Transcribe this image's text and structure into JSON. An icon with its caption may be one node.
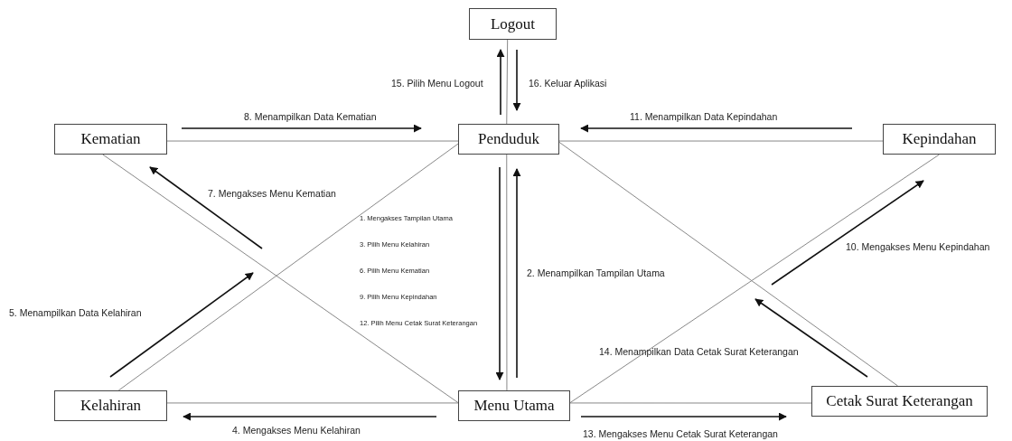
{
  "diagram": {
    "nodes": [
      {
        "text": [
          "Logout"
        ]
      },
      {
        "text": [
          "Kematian"
        ]
      },
      {
        "text": [
          "Penduduk"
        ]
      },
      {
        "text": [
          "Kepindahan"
        ]
      },
      {
        "text": [
          "Kelahiran"
        ]
      },
      {
        "text": [
          "Menu Utama"
        ]
      },
      {
        "text": [
          "Cetak Surat Keterangan"
        ]
      }
    ],
    "edges": [
      {
        "from": 0,
        "to": 2,
        "arrow": "none"
      },
      {
        "from": 1,
        "to": 2,
        "arrow": "none"
      },
      {
        "from": 2,
        "to": 3,
        "arrow": "none"
      },
      {
        "from": 1,
        "to": 5,
        "arrow": "none"
      },
      {
        "from": 2,
        "to": 4,
        "arrow": "none"
      },
      {
        "from": 2,
        "to": 5,
        "arrow": "none"
      },
      {
        "from": 2,
        "to": 6,
        "arrow": "none"
      },
      {
        "from": 3,
        "to": 5,
        "arrow": "none"
      },
      {
        "from": 4,
        "to": 5,
        "arrow": "none"
      },
      {
        "from": 5,
        "to": 6,
        "arrow": "none"
      }
    ],
    "labels": [
      "15. Pilih Menu Logout",
      "16. Keluar Aplikasi",
      "8. Menampilkan Data Kematian",
      "11. Menampilkan Data Kepindahan",
      "7. Mengakses Menu Kematian",
      "1. Mengakses Tampilan Utama",
      "3. Pilih Menu Kelahiran",
      "6. Pilih Menu Kematian",
      "9. Pilih Menu Kepindahan",
      "2. Menampilkan Tampilan Utama",
      "10. Mengakses Menu Kepindahan",
      "5. Menampilkan Data Kelahiran",
      "12. Pilih Menu Cetak Surat Keterangan",
      "14. Menampilkan Data Cetak Surat Keterangan",
      "4. Mengakses Menu Kelahiran",
      "13. Mengakses Menu Cetak Surat Keterangan"
    ]
  }
}
